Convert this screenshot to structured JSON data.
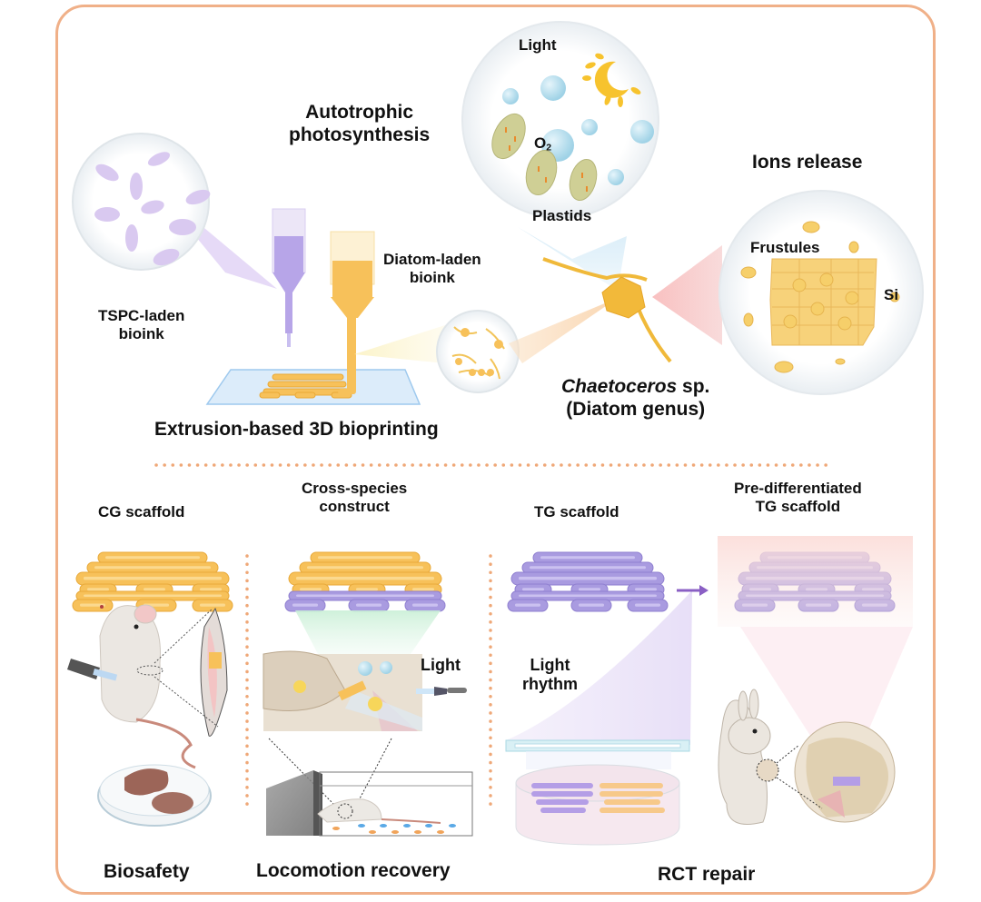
{
  "figure": {
    "frame_color": "#f0b088",
    "colors": {
      "orange_scaffold": "#f7c15a",
      "purple_scaffold": "#a99be0",
      "bubble": "#a8d8ea",
      "plastid": "#c9c98a",
      "divider": "#efa878"
    }
  },
  "top_panel": {
    "bioprinting": {
      "title": "Extrusion-based 3D bioprinting",
      "tspc_label_line1": "TSPC-laden",
      "tspc_label_line2": "bioink",
      "diatom_label_line1": "Diatom-laden",
      "diatom_label_line2": "bioink"
    },
    "photosynthesis": {
      "title_line1": "Autotrophic",
      "title_line2": "photosynthesis",
      "light_label": "Light",
      "o2_label": "O",
      "o2_subscript": "2",
      "plastids_label": "Plastids"
    },
    "ions": {
      "title": "Ions release",
      "frustules_label": "Frustules",
      "si_label": "Si"
    },
    "organism": {
      "genus_italic": "Chaetoceros",
      "genus_suffix": " sp.",
      "genus_note": "(Diatom genus)"
    }
  },
  "bottom_panel": {
    "columns": [
      {
        "title_line1": "CG scaffold",
        "title_line2": "",
        "footer": "Biosafety"
      },
      {
        "title_line1": "Cross-species",
        "title_line2": "construct",
        "footer": "Locomotion recovery",
        "light_label": "Light"
      },
      {
        "title_line1": "TG scaffold",
        "title_line2": "",
        "light_rhythm_line1": "Light",
        "light_rhythm_line2": "rhythm"
      },
      {
        "title_line1": "Pre-differentiated",
        "title_line2": "TG scaffold"
      }
    ],
    "shared_footer": "RCT repair"
  }
}
